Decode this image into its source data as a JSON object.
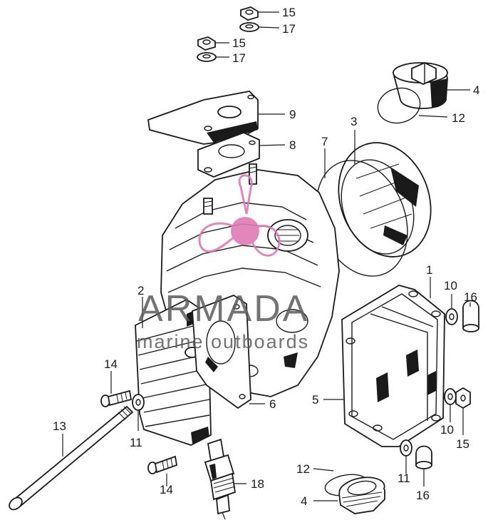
{
  "callouts": {
    "c15a": "15",
    "c17a": "17",
    "c15b": "15",
    "c17b": "17",
    "c4a": "4",
    "c12a": "12",
    "c9": "9",
    "c3": "3",
    "c8": "8",
    "c7": "7",
    "c1": "1",
    "c10a": "10",
    "c16a": "16",
    "c2": "2",
    "c5": "5",
    "c6": "6",
    "c14a": "14",
    "c11a": "11",
    "c13": "13",
    "c10b": "10",
    "c15c": "15",
    "c12b": "12",
    "c11b": "11",
    "c14b": "14",
    "c18": "18",
    "c4b": "4",
    "c16b": "16"
  },
  "watermark": {
    "brand": "ARMADA",
    "tagline": "marine outboards",
    "logo_color": "#e07ab4",
    "text_color": "#5a5a5a"
  }
}
